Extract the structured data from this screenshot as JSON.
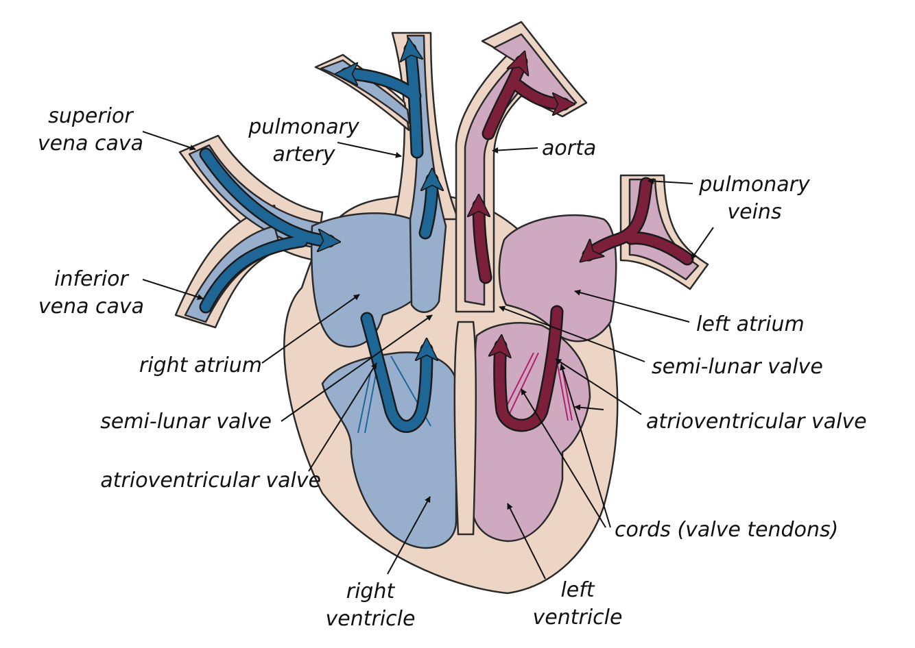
{
  "colors": {
    "tissue": "#ecd5c4",
    "outline": "#2a2a2a",
    "deoxygenated_chamber": "#98aecd",
    "oxygenated_chamber": "#cfa9bf",
    "deoxygenated_arrow": "#1d6696",
    "oxygenated_arrow": "#7b1f3a",
    "pointer": "#111111"
  },
  "labels": {
    "superior_vena_cava": [
      "superior",
      "vena cava"
    ],
    "pulmonary_artery": [
      "pulmonary",
      "artery"
    ],
    "aorta": [
      "aorta"
    ],
    "pulmonary_veins": [
      "pulmonary",
      "veins"
    ],
    "inferior_vena_cava": [
      "inferior",
      "vena cava"
    ],
    "left_atrium": [
      "left atrium"
    ],
    "right_atrium": [
      "right atrium"
    ],
    "semi_lunar_valve_right": [
      "semi-lunar valve"
    ],
    "semi_lunar_valve_left": [
      "semi-lunar valve"
    ],
    "atrioventricular_valve_right": [
      "atrioventricular valve"
    ],
    "atrioventricular_valve_left": [
      "atrioventricular valve"
    ],
    "cords": [
      "cords (valve tendons)"
    ],
    "right_ventricle": [
      "right",
      "ventricle"
    ],
    "left_ventricle": [
      "left",
      "ventricle"
    ]
  }
}
